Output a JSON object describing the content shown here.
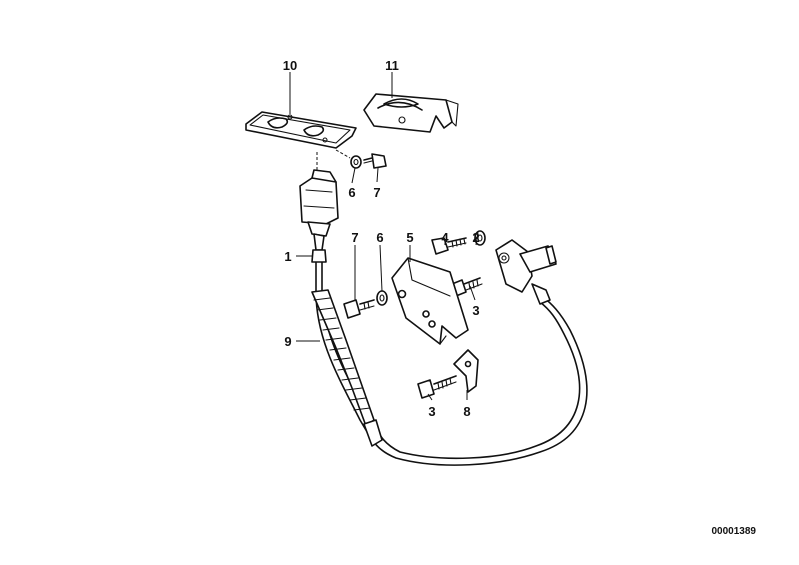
{
  "diagram": {
    "part_labels": {
      "p10": "10",
      "p11": "11",
      "p6_top": "6",
      "p7_top": "7",
      "p1": "1",
      "p9": "9",
      "p7_mid": "7",
      "p6_mid": "6",
      "p5": "5",
      "p4": "4",
      "p2": "2",
      "p3_upper": "3",
      "p3_lower": "3",
      "p8": "8"
    },
    "reference_code": "00001389"
  }
}
